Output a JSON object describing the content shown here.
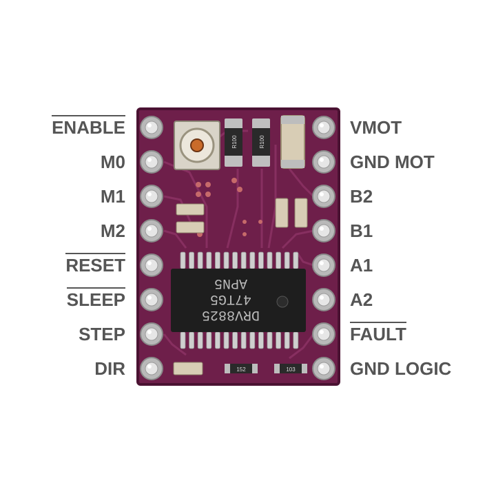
{
  "colors": {
    "pcb": "#6e1f4a",
    "pcb_dark": "#4a1232",
    "pad_silver": "#c9c9c9",
    "chip": "#1e1e1e",
    "label_text": "#555555"
  },
  "left_pins": [
    {
      "label": "ENABLE",
      "active_low": true
    },
    {
      "label": "M0",
      "active_low": false
    },
    {
      "label": "M1",
      "active_low": false
    },
    {
      "label": "M2",
      "active_low": false
    },
    {
      "label": "RESET",
      "active_low": true
    },
    {
      "label": "SLEEP",
      "active_low": true
    },
    {
      "label": "STEP",
      "active_low": false
    },
    {
      "label": "DIR",
      "active_low": false
    }
  ],
  "right_pins": [
    {
      "label": "VMOT",
      "active_low": false
    },
    {
      "label": "GND MOT",
      "active_low": false
    },
    {
      "label": "B2",
      "active_low": false
    },
    {
      "label": "B1",
      "active_low": false
    },
    {
      "label": "A1",
      "active_low": false
    },
    {
      "label": "A2",
      "active_low": false
    },
    {
      "label": "FAULT",
      "active_low": true
    },
    {
      "label": "GND LOGIC",
      "active_low": false
    }
  ],
  "chip": {
    "part_number": "DRV8825",
    "line2": "47TG5",
    "line3": "APN5"
  },
  "resistor_labels": [
    "R100",
    "R100",
    "152",
    "103"
  ]
}
